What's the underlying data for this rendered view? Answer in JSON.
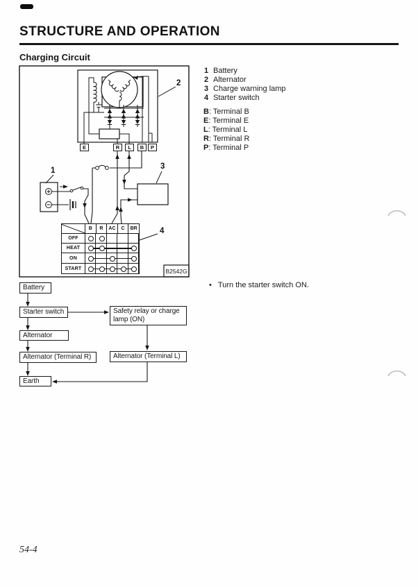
{
  "page": {
    "header_title": "STRUCTURE AND OPERATION",
    "section_title": "Charging Circuit",
    "page_number": "54-4",
    "figure_code": "B2542G",
    "paper_color": "#fefefe",
    "ink_color": "#161616"
  },
  "legend": {
    "numbered": [
      {
        "num": "1",
        "label": "Battery"
      },
      {
        "num": "2",
        "label": "Alternator"
      },
      {
        "num": "3",
        "label": "Charge warning lamp"
      },
      {
        "num": "4",
        "label": "Starter switch"
      }
    ],
    "terminals": [
      {
        "key": "B",
        "label": "Terminal B"
      },
      {
        "key": "E",
        "label": "Terminal E"
      },
      {
        "key": "L",
        "label": "Terminal L"
      },
      {
        "key": "R",
        "label": "Terminal R"
      },
      {
        "key": "P",
        "label": "Terminal P"
      }
    ]
  },
  "diagram": {
    "callouts": [
      "1",
      "2",
      "3",
      "4"
    ],
    "terminal_labels": [
      "E",
      "R",
      "L",
      "B",
      "P"
    ],
    "switch_table": {
      "columns": [
        "B",
        "R",
        "AC",
        "C",
        "BR"
      ],
      "rows": [
        {
          "label": "OFF",
          "contacts": [
            "B",
            "R"
          ],
          "connected": false
        },
        {
          "label": "HEAT",
          "contacts": [
            "B",
            "R",
            "BR"
          ],
          "connected": true
        },
        {
          "label": "ON",
          "contacts": [
            "B",
            "AC",
            "BR"
          ],
          "connected": true
        },
        {
          "label": "START",
          "contacts": [
            "B",
            "R",
            "AC",
            "C",
            "BR"
          ],
          "connected": true
        }
      ]
    }
  },
  "note": {
    "bullet": "•",
    "text": "Turn the starter switch ON."
  },
  "flowchart": {
    "nodes": [
      {
        "id": "battery",
        "label": "Battery"
      },
      {
        "id": "starter-switch",
        "label": "Starter switch"
      },
      {
        "id": "safety-relay",
        "label": "Safety relay or charge lamp (ON)",
        "lines": [
          "Safety relay or charge",
          "lamp (ON)"
        ]
      },
      {
        "id": "alternator",
        "label": "Alternator"
      },
      {
        "id": "alternator-r",
        "label": "Alternator (Terminal R)"
      },
      {
        "id": "alternator-l",
        "label": "Alternator (Terminal L)"
      },
      {
        "id": "earth",
        "label": "Earth"
      }
    ]
  }
}
